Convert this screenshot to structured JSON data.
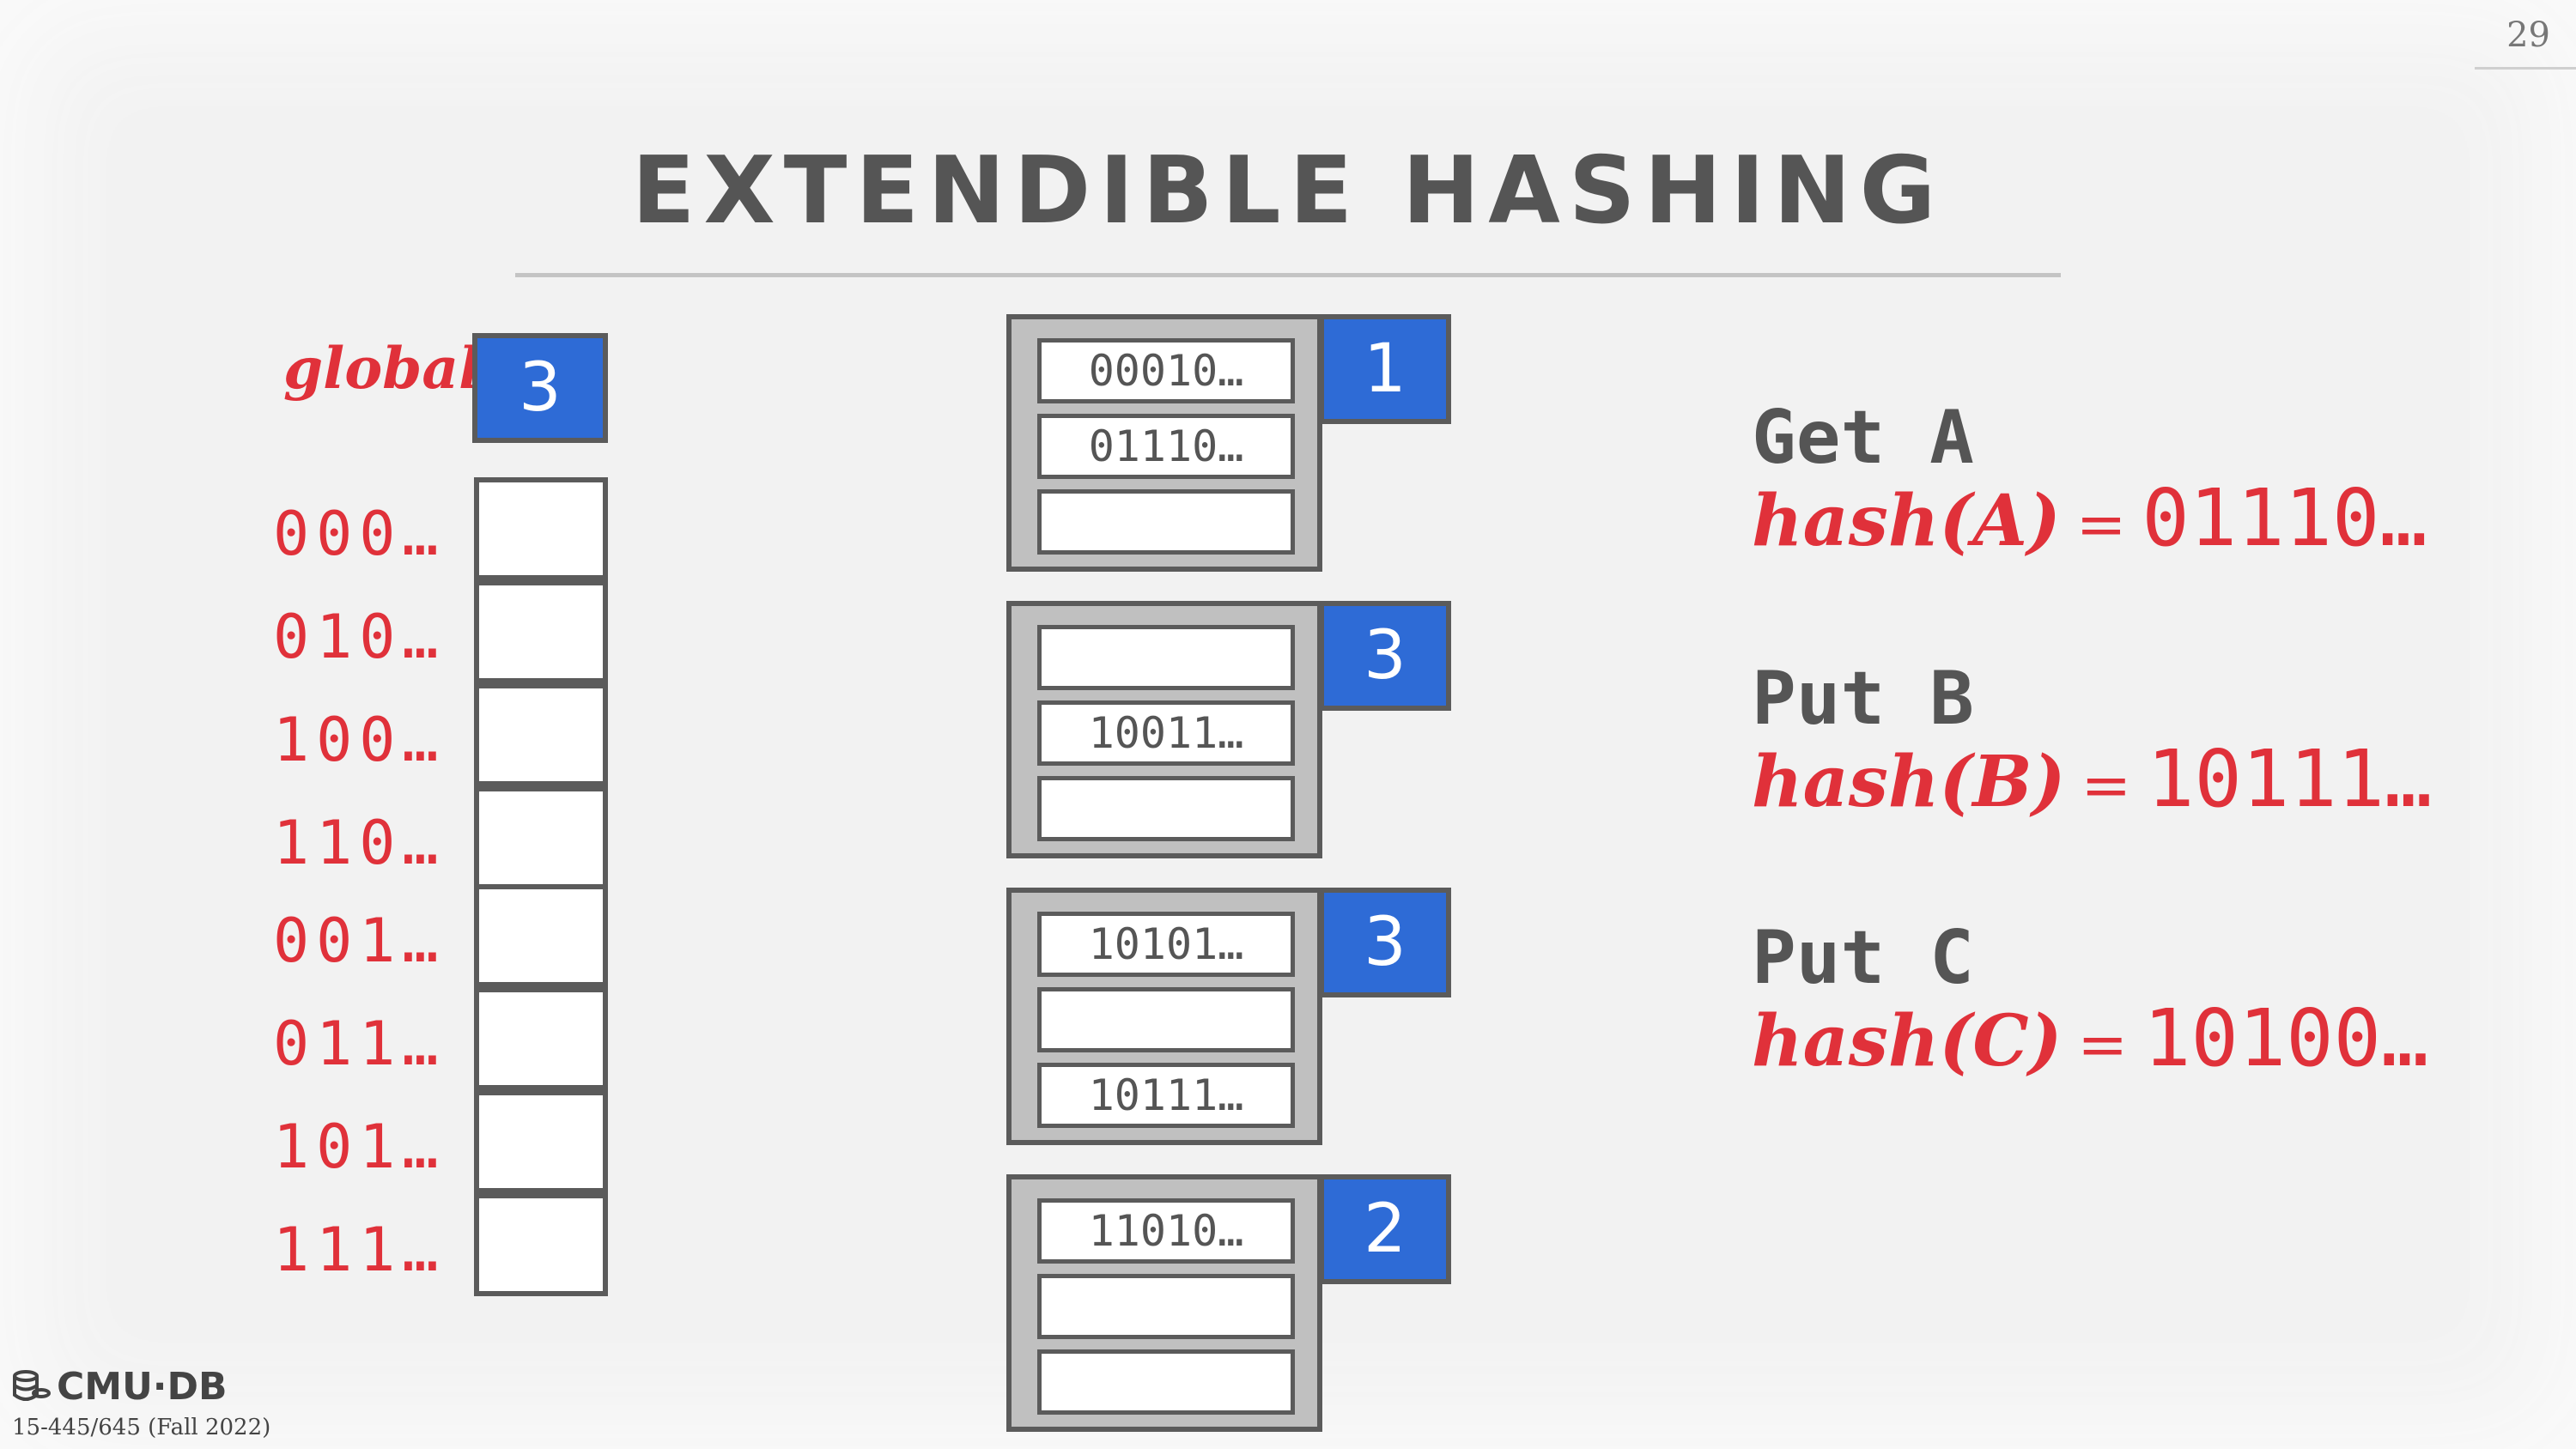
{
  "page_number": "29",
  "title": "EXTENDIBLE HASHING",
  "global": {
    "label": "global",
    "depth": "3"
  },
  "directory": {
    "labels": [
      "000…",
      "010…",
      "100…",
      "110…",
      "001…",
      "011…",
      "101…",
      "111…"
    ]
  },
  "buckets": [
    {
      "depth": "1",
      "entries": [
        "00010…",
        "01110…",
        ""
      ]
    },
    {
      "depth": "3",
      "entries": [
        "",
        "10011…",
        ""
      ]
    },
    {
      "depth": "3",
      "entries": [
        "10101…",
        "",
        "10111…"
      ]
    },
    {
      "depth": "2",
      "entries": [
        "11010…",
        "",
        ""
      ]
    }
  ],
  "operations": [
    {
      "command": "Get A",
      "hash_fn": "hash(A)",
      "eq": "=",
      "value": "01110…"
    },
    {
      "command": "Put B",
      "hash_fn": "hash(B)",
      "eq": "=",
      "value": "10111…"
    },
    {
      "command": "Put C",
      "hash_fn": "hash(C)",
      "eq": "=",
      "value": "10100…"
    }
  ],
  "footer": {
    "logo_text": "CMU·DB",
    "course": "15-445/645 (Fall 2022)"
  },
  "colors": {
    "accent_red": "#e0313a",
    "depth_blue": "#2e6bd6",
    "border_gray": "#5b5b5b"
  }
}
